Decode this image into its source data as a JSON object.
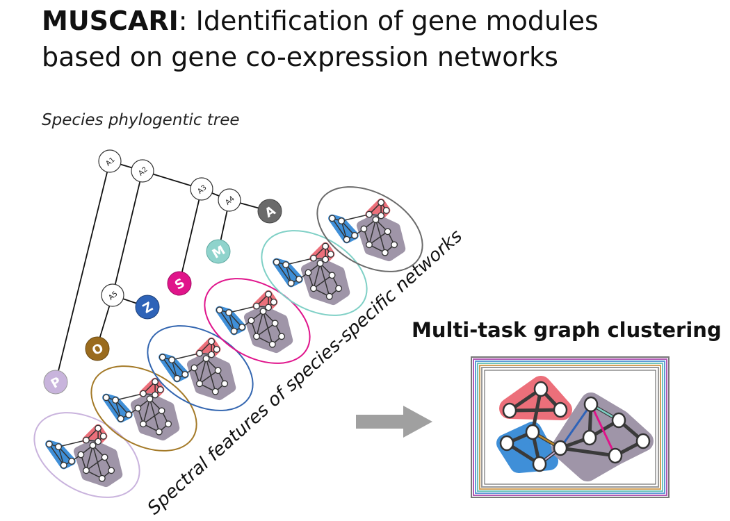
{
  "title": {
    "bold": "MUSCARI",
    "rest_line1": ": Identification of gene modules",
    "line2": "based on gene co-expression networks"
  },
  "tree_label": "Species phylogentic tree",
  "spectral_label": "Spectral features of species-specific networks",
  "clustering_label": "Multi-task graph clustering",
  "internal_nodes": [
    "A1",
    "A2",
    "A3",
    "A4",
    "A5"
  ],
  "species": [
    {
      "label": "P",
      "color": "#c8b4dc"
    },
    {
      "label": "O",
      "color": "#9a6b1e"
    },
    {
      "label": "Z",
      "color": "#2e63b8"
    },
    {
      "label": "S",
      "color": "#e0148a"
    },
    {
      "label": "M",
      "color": "#8fd3cc"
    },
    {
      "label": "A",
      "color": "#6a6a6a"
    }
  ],
  "network_ring_colors": [
    "#c9b3dd",
    "#a47a28",
    "#3366b0",
    "#e0158c",
    "#7fd0c6",
    "#6b6b6b"
  ],
  "colors": {
    "module_red": "#ec6f7a",
    "module_blue": "#3f8fd8",
    "module_gray": "#9f95a8",
    "arrow": "#a0a0a0",
    "frame_outer": "#888888"
  }
}
